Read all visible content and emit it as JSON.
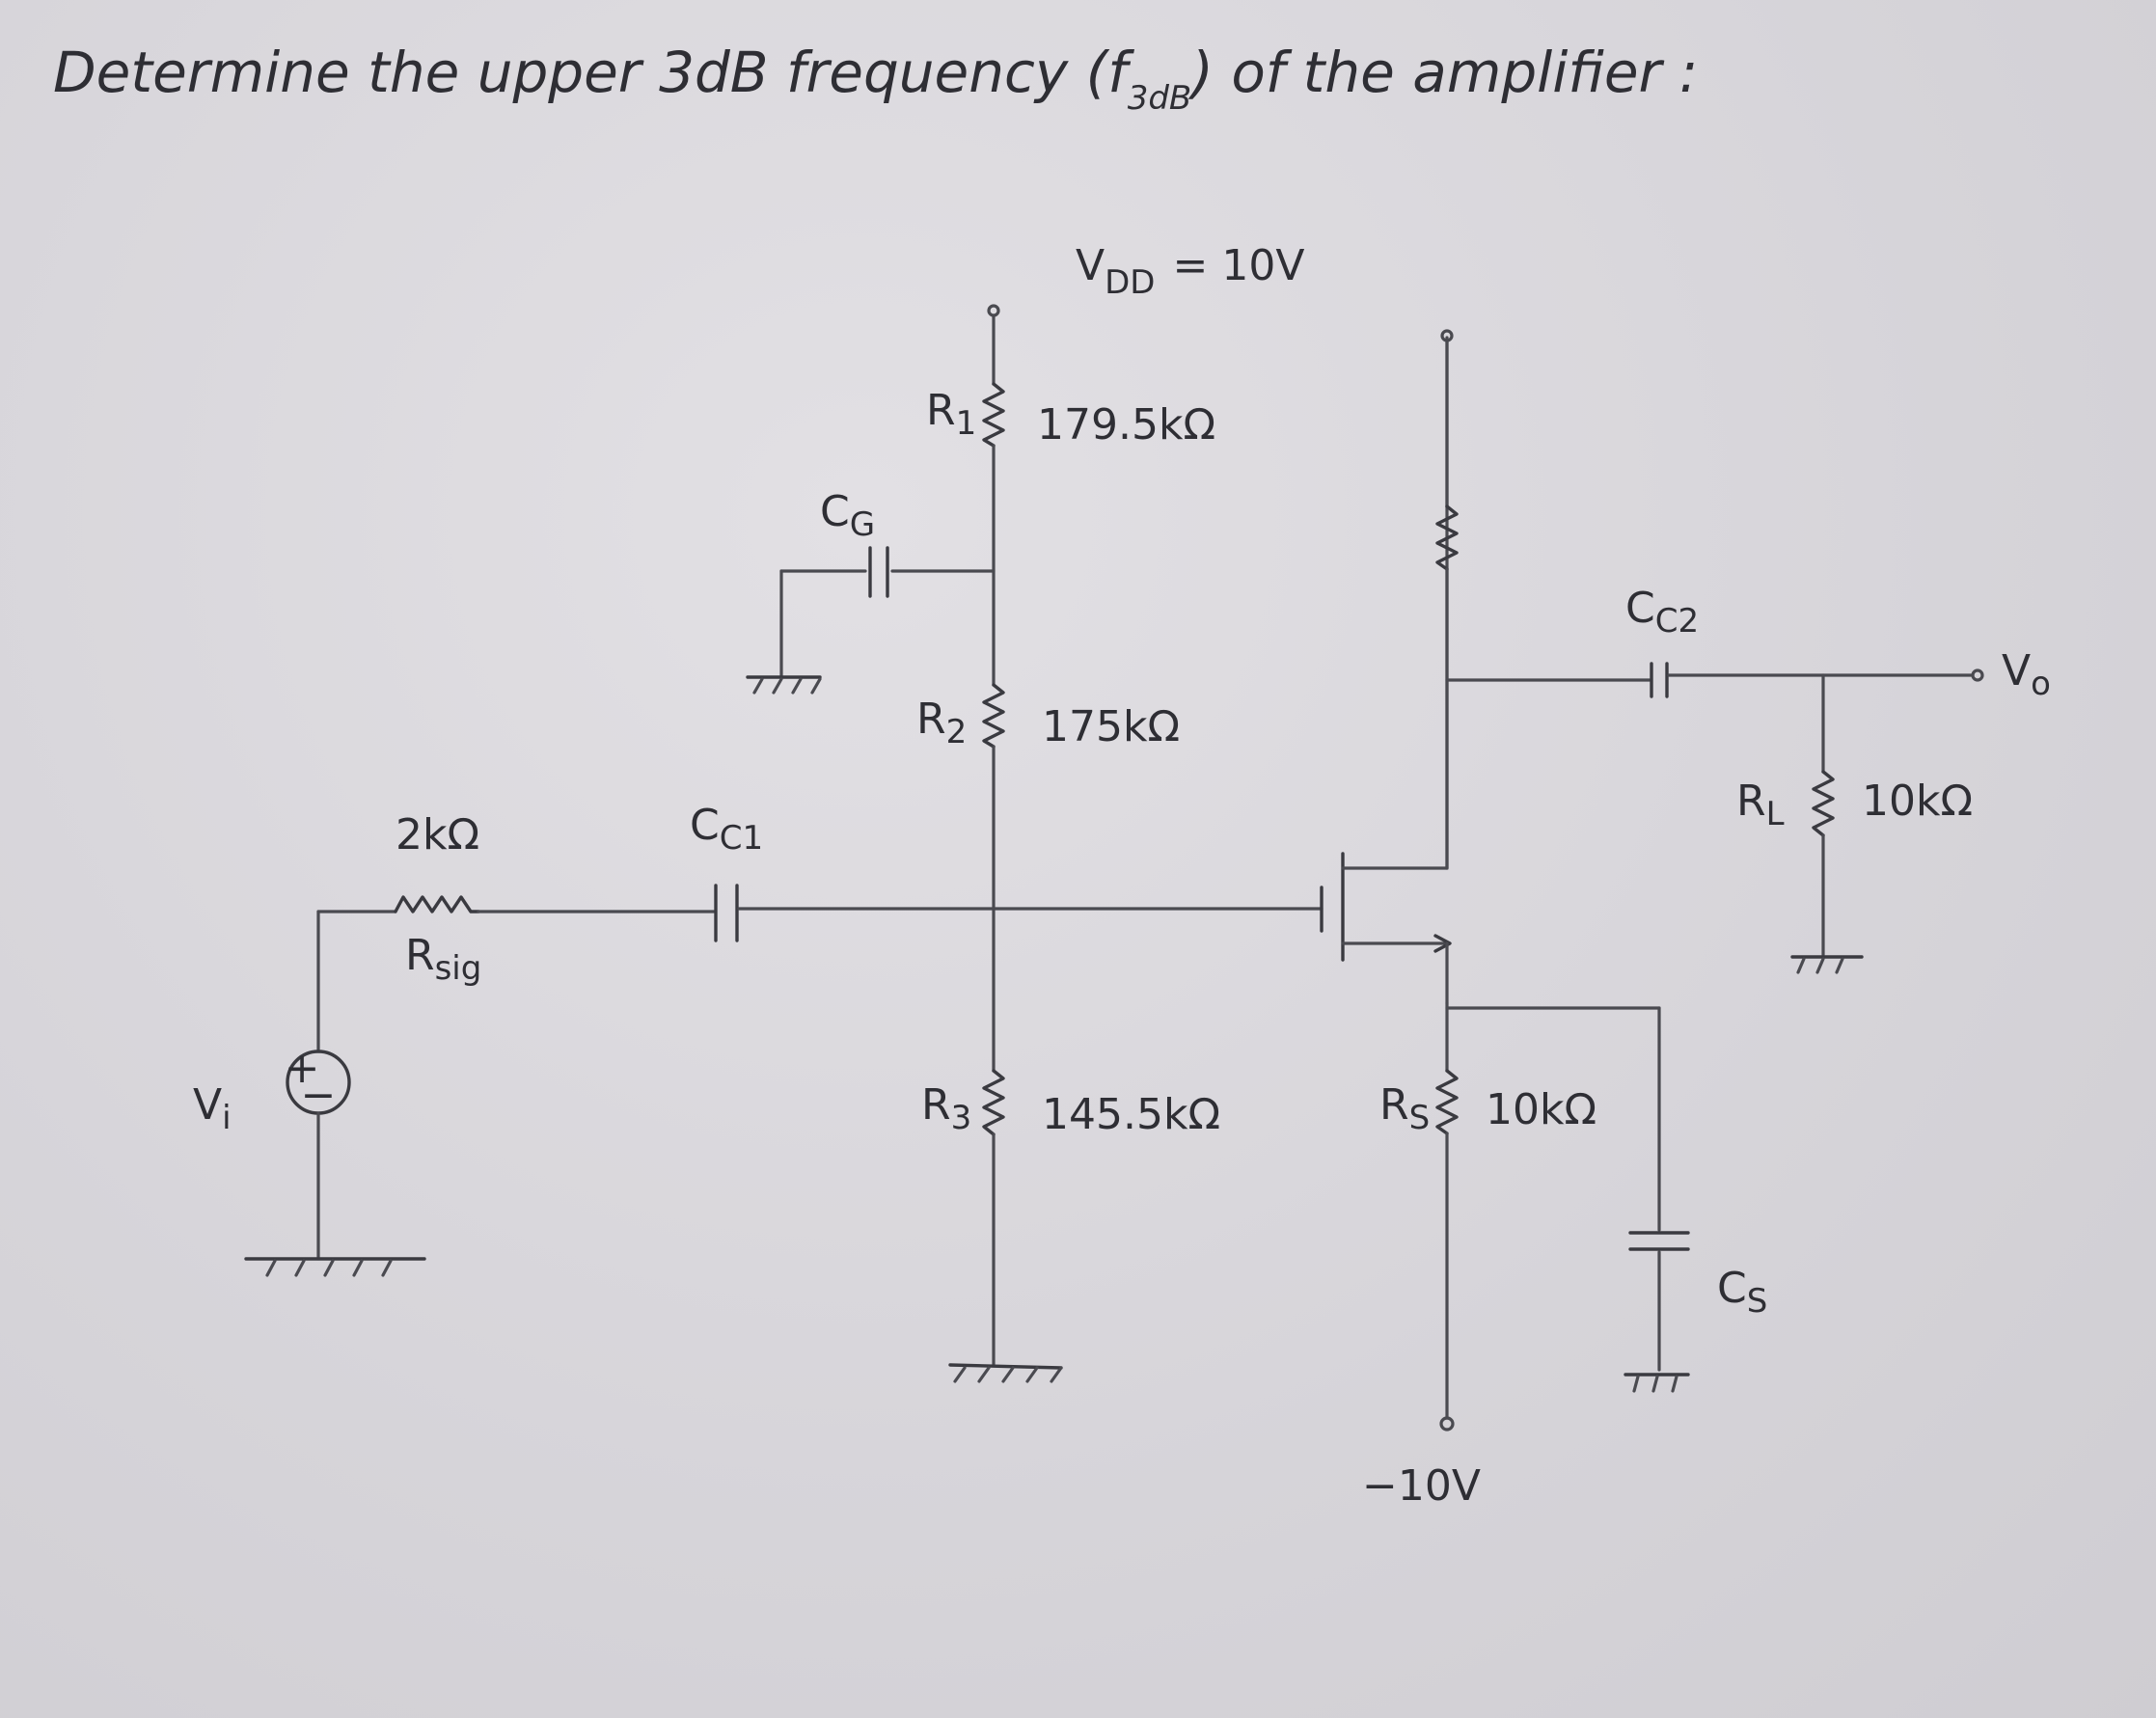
{
  "problem": {
    "title_prefix": "Determine the upper 3dB frequency (f",
    "title_sub": "3dB",
    "title_suffix": ") of the amplifier :"
  },
  "supplies": {
    "vdd": "V",
    "vdd_sub": "DD",
    "vdd_value": "= 10V",
    "vss": "−10V"
  },
  "components": {
    "r1": {
      "name": "R",
      "sub": "1",
      "value": "179.5kΩ"
    },
    "r2": {
      "name": "R",
      "sub": "2",
      "value": "175kΩ"
    },
    "r3": {
      "name": "R",
      "sub": "3",
      "value": "145.5kΩ"
    },
    "rs": {
      "name": "R",
      "sub": "S",
      "value": "10kΩ"
    },
    "rl": {
      "name": "R",
      "sub": "L",
      "value": "10kΩ"
    },
    "rsig": {
      "name": "R",
      "sub": "sig",
      "value": "2kΩ"
    },
    "cg": {
      "name": "C",
      "sub": "G"
    },
    "cc1": {
      "name": "C",
      "sub": "C1"
    },
    "cc2": {
      "name": "C",
      "sub": "C2"
    },
    "cs": {
      "name": "C",
      "sub": "S"
    }
  },
  "ports": {
    "vi": "V",
    "vi_sub": "i",
    "vo": "V",
    "vo_sub": "o",
    "plus": "+",
    "minus": "−"
  }
}
